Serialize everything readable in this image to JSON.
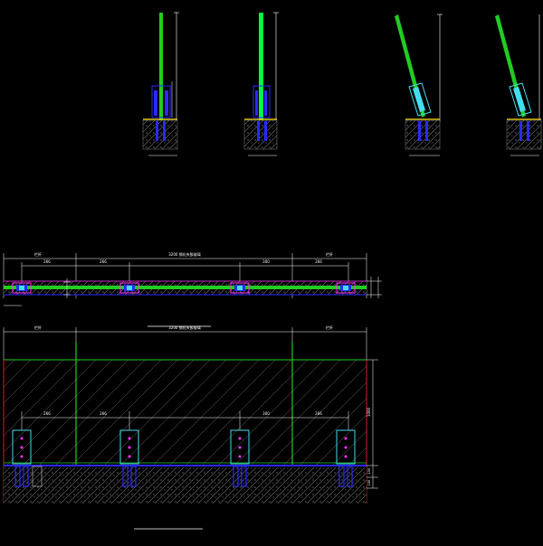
{
  "colors": {
    "background": "#000000",
    "glass": "#22cc22",
    "glass_bright": "#00ff44",
    "dim": "#ffffff",
    "concrete": "#808080",
    "clamp_blue": "#2a2aff",
    "clamp_cyan": "#44ddee",
    "red_edge": "#cc2222",
    "magenta": "#ff33ff",
    "yellow": "#ffdd00",
    "hatch": "#8a8a8a"
  },
  "plan_view": {
    "top_labels": [
      "栏杆",
      "3200 钢化夹胶玻璃",
      "栏杆"
    ],
    "dim_labels": [
      "266",
      "266",
      "300",
      "266"
    ]
  },
  "elevation_view": {
    "top_labels": [
      "栏杆",
      "3200 钢化夹胶玻璃",
      "栏杆"
    ],
    "dim_labels": [
      "266",
      "266",
      "300",
      "266"
    ],
    "right_dims": [
      "1000",
      "150",
      "100"
    ]
  }
}
